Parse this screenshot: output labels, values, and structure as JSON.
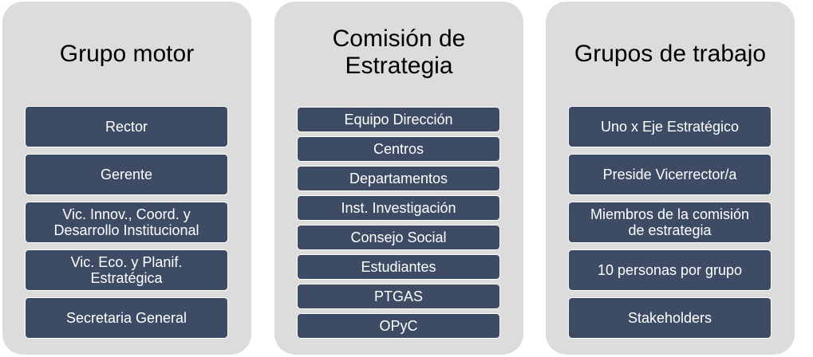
{
  "colors": {
    "panel": "#dcdcdc",
    "box": "#3d4b64",
    "box_text": "#ffffff",
    "title_text": "#000000"
  },
  "columns": [
    {
      "title": "Grupo motor",
      "items": [
        "Rector",
        "Gerente",
        "Vic. Innov., Coord. y\nDesarrollo Institucional",
        "Vic. Eco. y Planif.\nEstratégica",
        "Secretaria General"
      ]
    },
    {
      "title": "Comisión de\nEstrategia",
      "items": [
        "Equipo Dirección",
        "Centros",
        "Departamentos",
        "Inst. Investigación",
        "Consejo Social",
        "Estudiantes",
        "PTGAS",
        "OPyC"
      ]
    },
    {
      "title": "Grupos de trabajo",
      "items": [
        "Uno x Eje Estratégico",
        "Preside Vicerrector/a",
        "Miembros de la comisión\nde estrategia",
        "10 personas por grupo",
        "Stakeholders"
      ]
    }
  ]
}
